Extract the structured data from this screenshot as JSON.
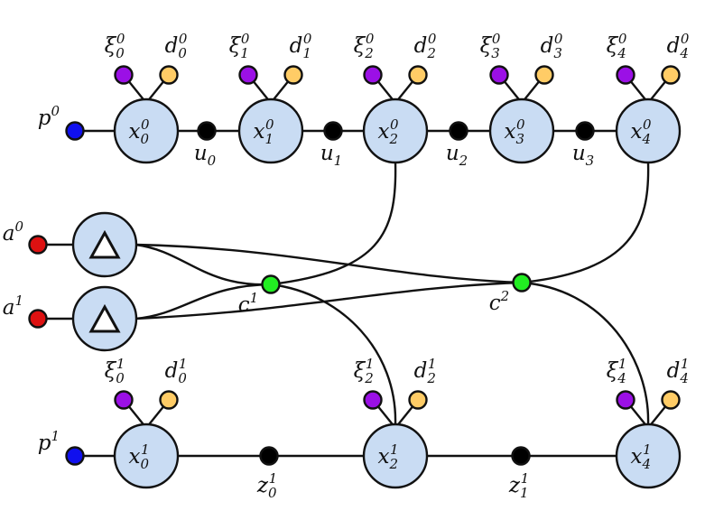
{
  "colors": {
    "variable_node_fill": "#c9dcf3",
    "outline": "#111111",
    "xi_leaf": "#9b10e6",
    "d_leaf": "#ffcc66",
    "p_leaf": "#1010ee",
    "a_leaf": "#dd1111",
    "c_node": "#22ee22",
    "black_node": "#000000"
  },
  "row0": {
    "prior": {
      "base": "p",
      "sup": "0"
    },
    "nodes": [
      {
        "base": "x",
        "sub": "0",
        "sup": "0"
      },
      {
        "base": "x",
        "sub": "1",
        "sup": "0"
      },
      {
        "base": "x",
        "sub": "2",
        "sup": "0"
      },
      {
        "base": "x",
        "sub": "3",
        "sup": "0"
      },
      {
        "base": "x",
        "sub": "4",
        "sup": "0"
      }
    ],
    "xi": [
      {
        "base": "ξ",
        "sub": "0",
        "sup": "0"
      },
      {
        "base": "ξ",
        "sub": "1",
        "sup": "0"
      },
      {
        "base": "ξ",
        "sub": "2",
        "sup": "0"
      },
      {
        "base": "ξ",
        "sub": "3",
        "sup": "0"
      },
      {
        "base": "ξ",
        "sub": "4",
        "sup": "0"
      }
    ],
    "d": [
      {
        "base": "d",
        "sub": "0",
        "sup": "0"
      },
      {
        "base": "d",
        "sub": "1",
        "sup": "0"
      },
      {
        "base": "d",
        "sub": "2",
        "sup": "0"
      },
      {
        "base": "d",
        "sub": "3",
        "sup": "0"
      },
      {
        "base": "d",
        "sub": "4",
        "sup": "0"
      }
    ],
    "factors": [
      {
        "base": "u",
        "sub": "0"
      },
      {
        "base": "u",
        "sub": "1"
      },
      {
        "base": "u",
        "sub": "2"
      },
      {
        "base": "u",
        "sub": "3"
      }
    ]
  },
  "agents": [
    {
      "base": "a",
      "sup": "0"
    },
    {
      "base": "a",
      "sup": "1"
    }
  ],
  "constraints": [
    {
      "base": "c",
      "sup": "1"
    },
    {
      "base": "c",
      "sup": "2"
    }
  ],
  "row1": {
    "prior": {
      "base": "p",
      "sup": "1"
    },
    "nodes": [
      {
        "base": "x",
        "sub": "0",
        "sup": "1"
      },
      {
        "base": "x",
        "sub": "2",
        "sup": "1"
      },
      {
        "base": "x",
        "sub": "4",
        "sup": "1"
      }
    ],
    "xi": [
      {
        "base": "ξ",
        "sub": "0",
        "sup": "1"
      },
      {
        "base": "ξ",
        "sub": "2",
        "sup": "1"
      },
      {
        "base": "ξ",
        "sub": "4",
        "sup": "1"
      }
    ],
    "d": [
      {
        "base": "d",
        "sub": "0",
        "sup": "1"
      },
      {
        "base": "d",
        "sub": "2",
        "sup": "1"
      },
      {
        "base": "d",
        "sub": "4",
        "sup": "1"
      }
    ],
    "factors": [
      {
        "base": "z",
        "sub": "0",
        "sup": "1"
      },
      {
        "base": "z",
        "sub": "1",
        "sup": "1"
      }
    ]
  }
}
